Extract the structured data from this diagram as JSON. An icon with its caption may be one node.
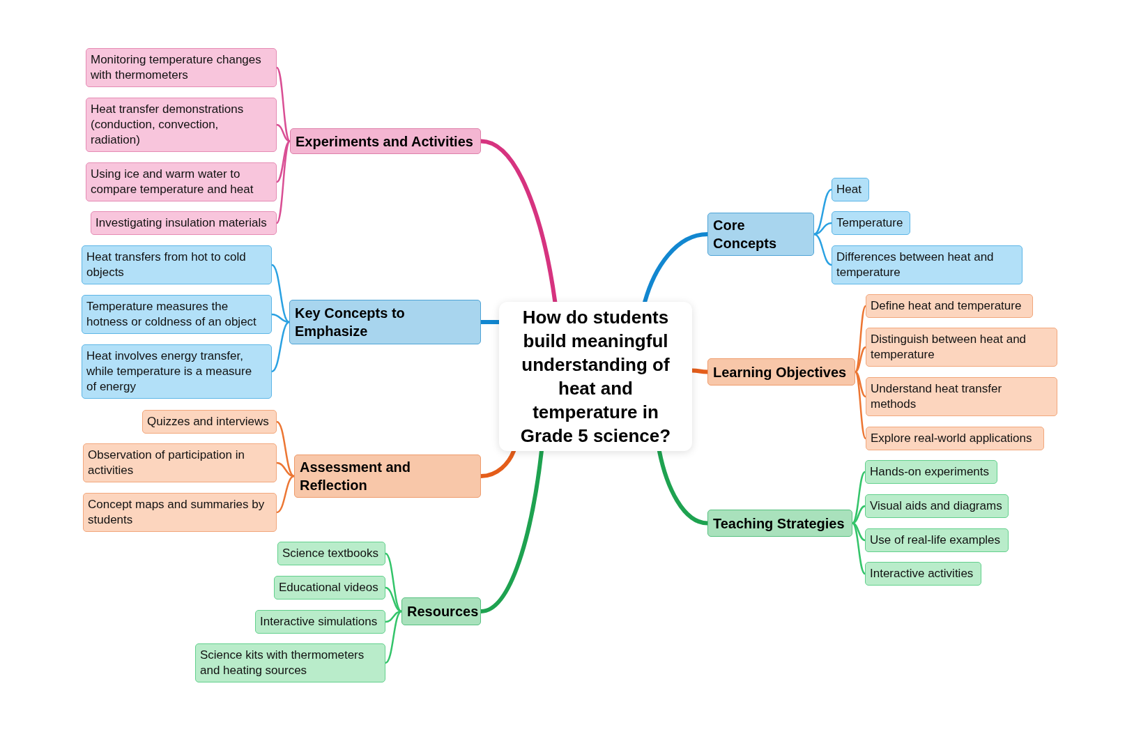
{
  "diagram": {
    "nodes": [
      {
        "text": [
          "How do students build meaningful understanding of heat and temperature in Grade 5 science?"
        ]
      },
      {
        "text": [
          "Experiments and Activities"
        ]
      },
      {
        "text": [
          "Monitoring temperature changes with thermometers"
        ]
      },
      {
        "text": [
          "Heat transfer demonstrations (conduction, convection, radiation)"
        ]
      },
      {
        "text": [
          "Using ice and warm water to compare temperature and heat"
        ]
      },
      {
        "text": [
          "Investigating insulation materials"
        ]
      },
      {
        "text": [
          "Key Concepts to Emphasize"
        ]
      },
      {
        "text": [
          "Heat transfers from hot to cold objects"
        ]
      },
      {
        "text": [
          "Temperature measures the hotness or coldness of an object"
        ]
      },
      {
        "text": [
          "Heat involves energy transfer, while temperature is a measure of energy"
        ]
      },
      {
        "text": [
          "Assessment and Reflection"
        ]
      },
      {
        "text": [
          "Quizzes and interviews"
        ]
      },
      {
        "text": [
          "Observation of participation in activities"
        ]
      },
      {
        "text": [
          "Concept maps and summaries by students"
        ]
      },
      {
        "text": [
          "Resources"
        ]
      },
      {
        "text": [
          "Science textbooks"
        ]
      },
      {
        "text": [
          "Educational videos"
        ]
      },
      {
        "text": [
          "Interactive simulations"
        ]
      },
      {
        "text": [
          "Science kits with thermometers and heating sources"
        ]
      },
      {
        "text": [
          "Core Concepts"
        ]
      },
      {
        "text": [
          "Heat"
        ]
      },
      {
        "text": [
          "Temperature"
        ]
      },
      {
        "text": [
          "Differences between heat and temperature"
        ]
      },
      {
        "text": [
          "Learning Objectives"
        ]
      },
      {
        "text": [
          "Define heat and temperature"
        ]
      },
      {
        "text": [
          "Distinguish between heat and temperature"
        ]
      },
      {
        "text": [
          "Understand heat transfer methods"
        ]
      },
      {
        "text": [
          "Explore real-world applications"
        ]
      },
      {
        "text": [
          "Teaching Strategies"
        ]
      },
      {
        "text": [
          "Hands-on experiments"
        ]
      },
      {
        "text": [
          "Visual aids and diagrams"
        ]
      },
      {
        "text": [
          "Use of real-life examples"
        ]
      },
      {
        "text": [
          "Interactive activities"
        ]
      }
    ],
    "edges": [
      {
        "from": 0,
        "to": 1,
        "arrow": "none",
        "style": "thick",
        "color": "#d6337f"
      },
      {
        "from": 1,
        "to": 2,
        "arrow": "none",
        "color": "#d94f94"
      },
      {
        "from": 1,
        "to": 3,
        "arrow": "none",
        "color": "#d94f94"
      },
      {
        "from": 1,
        "to": 4,
        "arrow": "none",
        "color": "#d94f94"
      },
      {
        "from": 1,
        "to": 5,
        "arrow": "none",
        "color": "#d94f94"
      },
      {
        "from": 0,
        "to": 6,
        "arrow": "none",
        "style": "thick",
        "color": "#1287d0"
      },
      {
        "from": 6,
        "to": 7,
        "arrow": "none",
        "color": "#2aa1e2"
      },
      {
        "from": 6,
        "to": 8,
        "arrow": "none",
        "color": "#2aa1e2"
      },
      {
        "from": 6,
        "to": 9,
        "arrow": "none",
        "color": "#2aa1e2"
      },
      {
        "from": 0,
        "to": 10,
        "arrow": "none",
        "style": "thick",
        "color": "#e45d1a"
      },
      {
        "from": 10,
        "to": 11,
        "arrow": "none",
        "color": "#ec7633"
      },
      {
        "from": 10,
        "to": 12,
        "arrow": "none",
        "color": "#ec7633"
      },
      {
        "from": 10,
        "to": 13,
        "arrow": "none",
        "color": "#ec7633"
      },
      {
        "from": 0,
        "to": 14,
        "arrow": "none",
        "style": "thick",
        "color": "#1ea250"
      },
      {
        "from": 14,
        "to": 15,
        "arrow": "none",
        "color": "#34c46a"
      },
      {
        "from": 14,
        "to": 16,
        "arrow": "none",
        "color": "#34c46a"
      },
      {
        "from": 14,
        "to": 17,
        "arrow": "none",
        "color": "#34c46a"
      },
      {
        "from": 14,
        "to": 18,
        "arrow": "none",
        "color": "#34c46a"
      },
      {
        "from": 0,
        "to": 19,
        "arrow": "none",
        "style": "thick",
        "color": "#1287d0"
      },
      {
        "from": 19,
        "to": 20,
        "arrow": "none",
        "color": "#2aa1e2"
      },
      {
        "from": 19,
        "to": 21,
        "arrow": "none",
        "color": "#2aa1e2"
      },
      {
        "from": 19,
        "to": 22,
        "arrow": "none",
        "color": "#2aa1e2"
      },
      {
        "from": 0,
        "to": 23,
        "arrow": "none",
        "style": "thick",
        "color": "#e45d1a"
      },
      {
        "from": 23,
        "to": 24,
        "arrow": "none",
        "color": "#ec7633"
      },
      {
        "from": 23,
        "to": 25,
        "arrow": "none",
        "color": "#ec7633"
      },
      {
        "from": 23,
        "to": 26,
        "arrow": "none",
        "color": "#ec7633"
      },
      {
        "from": 23,
        "to": 27,
        "arrow": "none",
        "color": "#ec7633"
      },
      {
        "from": 0,
        "to": 28,
        "arrow": "none",
        "style": "thick",
        "color": "#1ea250"
      },
      {
        "from": 28,
        "to": 29,
        "arrow": "none",
        "color": "#34c46a"
      },
      {
        "from": 28,
        "to": 30,
        "arrow": "none",
        "color": "#34c46a"
      },
      {
        "from": 28,
        "to": 31,
        "arrow": "none",
        "color": "#34c46a"
      },
      {
        "from": 28,
        "to": 32,
        "arrow": "none",
        "color": "#34c46a"
      }
    ]
  }
}
